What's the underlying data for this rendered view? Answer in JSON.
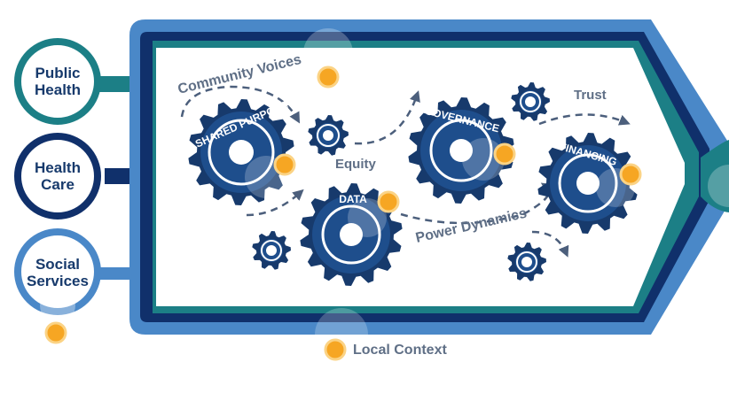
{
  "sectors": [
    {
      "label_lines": [
        "Public",
        "Health"
      ]
    },
    {
      "label_lines": [
        "Health",
        "Care"
      ]
    },
    {
      "label_lines": [
        "Social",
        "Services"
      ]
    }
  ],
  "gears": {
    "shared_purpose": "SHARED PURPOSE",
    "data": "DATA",
    "governance": "GOVERNANCE",
    "financing": "FINANCING"
  },
  "flow_labels": {
    "community_voices": "Community Voices",
    "equity": "Equity",
    "trust": "Trust",
    "power_dynamics": "Power Dynamics"
  },
  "footer": {
    "local_context": "Local Context"
  },
  "colors": {
    "frame_light": "#4a88c8",
    "frame_dark": "#10306b",
    "teal": "#1c7f86",
    "gear_dark": "#173a6c",
    "gear_ring": "#1e4e8c",
    "label_grey": "#5f6f86",
    "arrow_grey": "#4c5f7c",
    "dot_orange": "#f6a623"
  }
}
